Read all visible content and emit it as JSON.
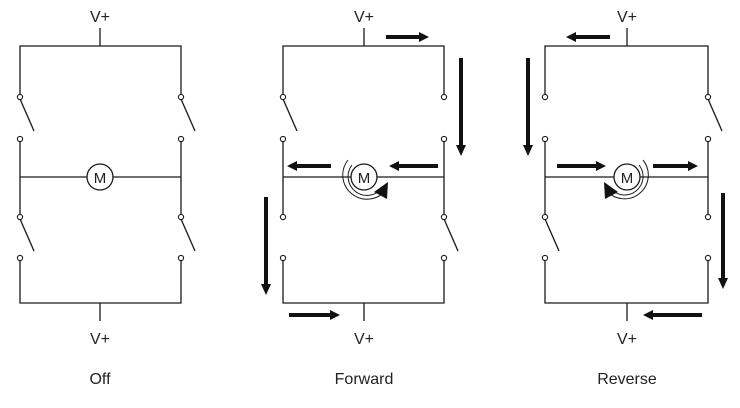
{
  "supply_label": "V+",
  "motor_label": "M",
  "panels": [
    {
      "id": "off",
      "caption": "Off",
      "state": "off"
    },
    {
      "id": "forward",
      "caption": "Forward",
      "state": "forward"
    },
    {
      "id": "reverse",
      "caption": "Reverse",
      "state": "reverse"
    }
  ]
}
